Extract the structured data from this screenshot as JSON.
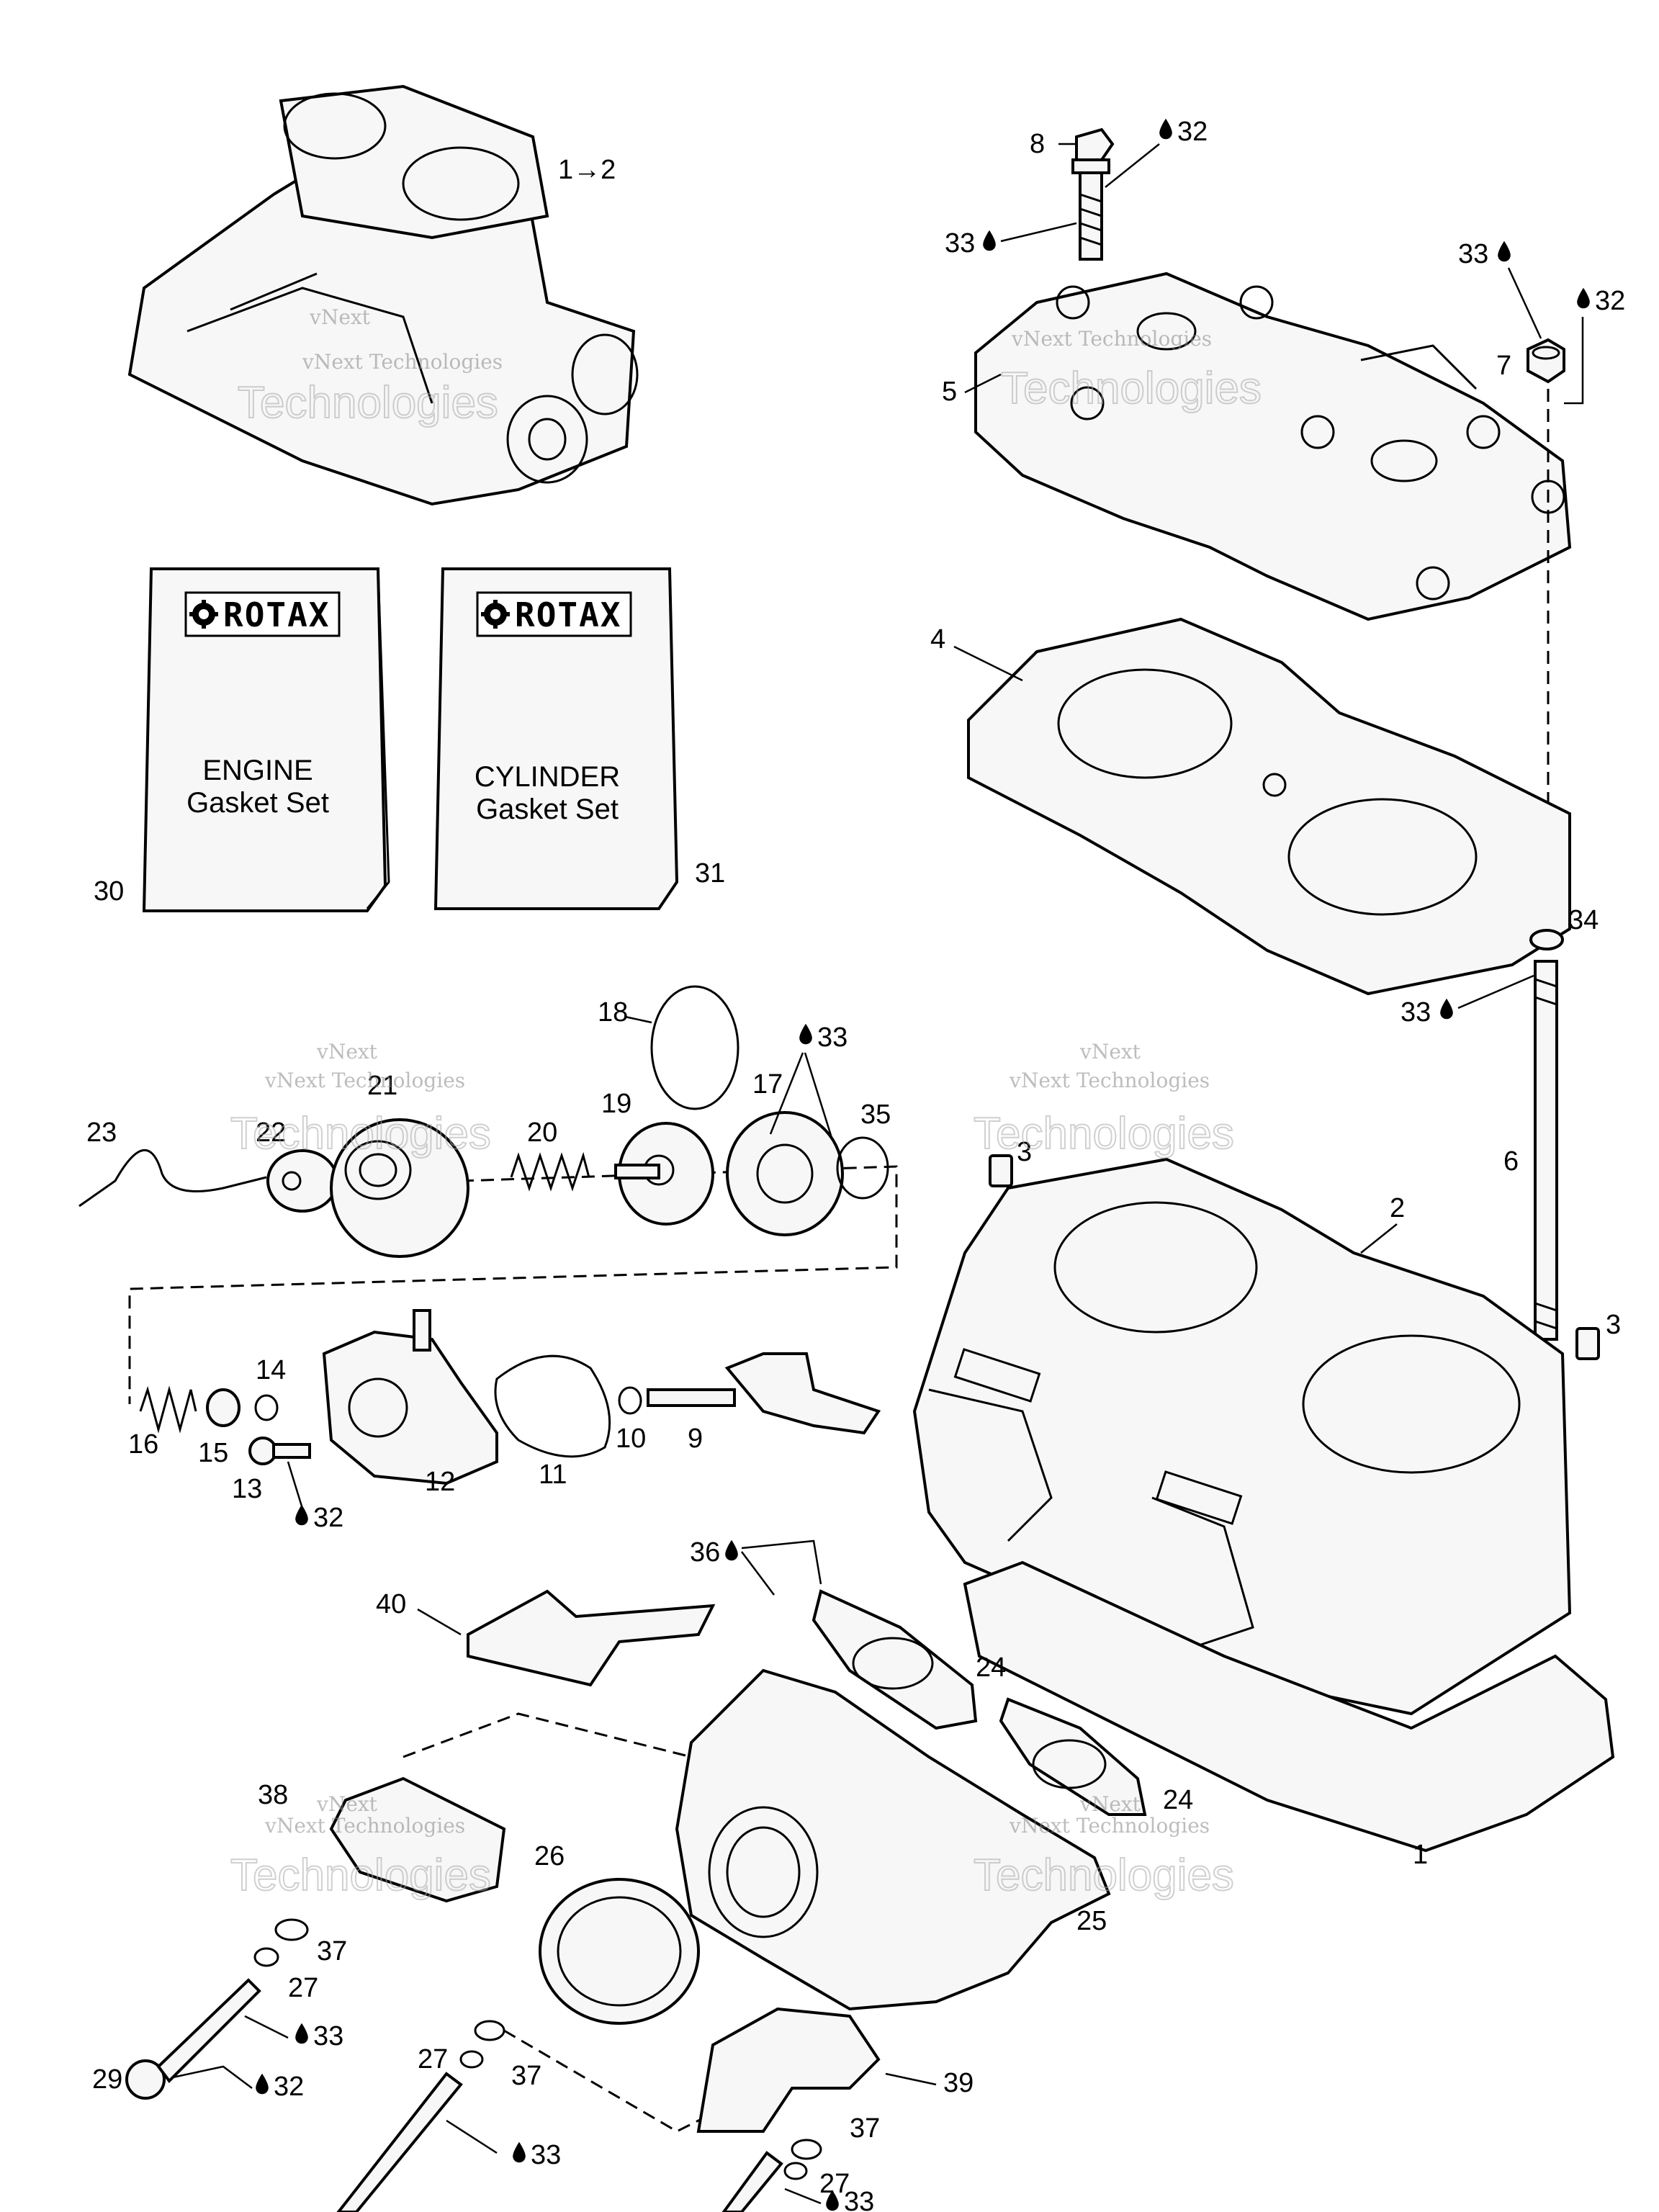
{
  "callouts": {
    "c1_2": "1→2",
    "c1": "1",
    "c2": "2",
    "c3a": "3",
    "c3b": "3",
    "c4": "4",
    "c5": "5",
    "c6": "6",
    "c7": "7",
    "c8": "8",
    "c9": "9",
    "c10": "10",
    "c11": "11",
    "c12": "12",
    "c13": "13",
    "c14": "14",
    "c15": "15",
    "c16": "16",
    "c17": "17",
    "c18": "18",
    "c19": "19",
    "c20": "20",
    "c21": "21",
    "c22": "22",
    "c23": "23",
    "c24a": "24",
    "c24b": "24",
    "c25": "25",
    "c26": "26",
    "c27a": "27",
    "c27b": "27",
    "c27c": "27",
    "c29": "29",
    "c30": "30",
    "c31": "31",
    "c34": "34",
    "c35": "35",
    "c37a": "37",
    "c37b": "37",
    "c37c": "37",
    "c38": "38",
    "c39": "39",
    "c40": "40"
  },
  "lube_callouts": {
    "l32_top": "32",
    "l33_bolt": "33",
    "l33_nut": "33",
    "l32_nut": "32",
    "l33_stud": "33",
    "l33_17": "33",
    "l32_13": "32",
    "l36": "36",
    "l33_28": "33",
    "l32_29": "32",
    "l33_left": "33",
    "l33_bottom": "33"
  },
  "kits": {
    "engine": {
      "brand": "ROTAX",
      "line1": "ENGINE",
      "line2": "Gasket Set"
    },
    "cylinder": {
      "brand": "ROTAX",
      "line1": "CYLINDER",
      "line2": "Gasket Set"
    }
  },
  "watermark": {
    "line1": "vNext Technologies",
    "line2": "Technologies",
    "small": "vNext"
  },
  "icons": {
    "lube": "oil-drop-icon",
    "brand_logo": "rotax-gear-icon"
  }
}
